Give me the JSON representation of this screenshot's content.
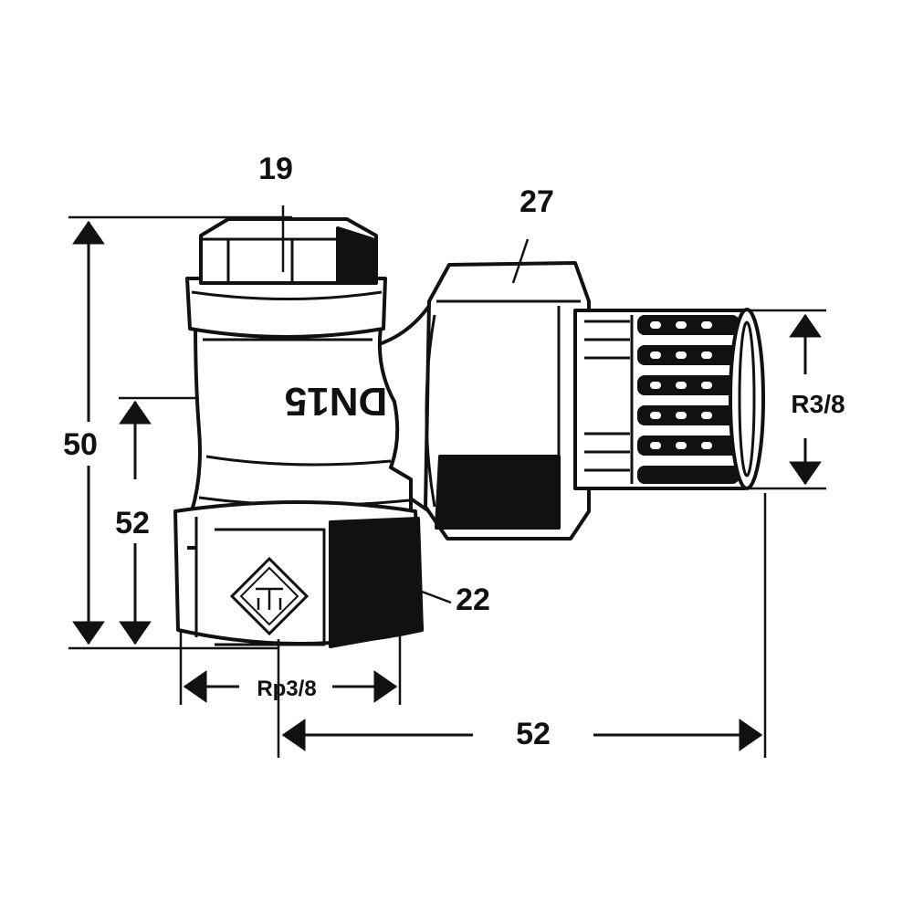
{
  "drawing": {
    "colors": {
      "ink": "#111111",
      "paper": "#ffffff"
    },
    "body_marking": "DN15",
    "logo": "manufacturer-triangle-logo",
    "dimensions": {
      "cap_hex": "19",
      "nut_hex": "27",
      "overall_height": "50",
      "inlet_height": "52",
      "inlet_hex": "22",
      "inlet_thread": "Rp3/8",
      "outlet_thread": "R3/8",
      "overall_length": "52"
    }
  }
}
